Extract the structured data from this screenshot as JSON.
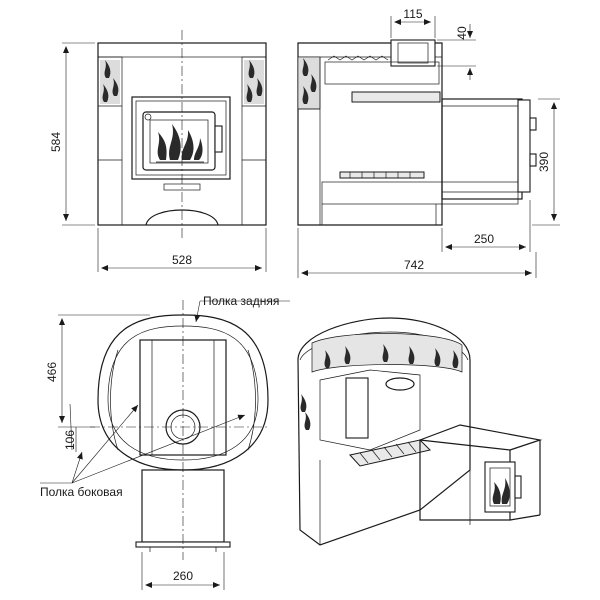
{
  "dimensions": {
    "front_height": "584",
    "front_width": "528",
    "side_flue_width": "115",
    "side_flue_height": "40",
    "side_firebox_height": "390",
    "side_firebox_depth": "250",
    "side_total_length": "742",
    "top_depth": "466",
    "top_offset": "106",
    "top_tunnel_width": "260"
  },
  "labels": {
    "rear_shelf": "Полка задняя",
    "side_shelf": "Полка боковая"
  },
  "colors": {
    "line": "#1a1a1a",
    "background": "#ffffff"
  }
}
